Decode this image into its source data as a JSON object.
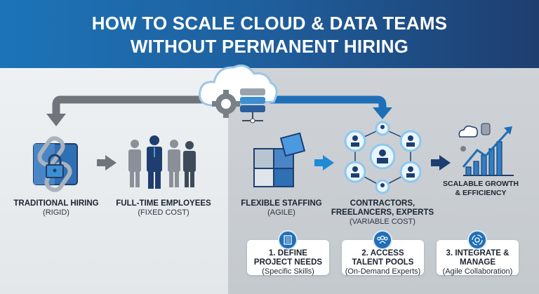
{
  "title": {
    "line1": "HOW TO SCALE CLOUD & DATA TEAMS",
    "line2": "WITHOUT PERMANENT HIRING"
  },
  "traditional": {
    "title": "TRADITIONAL HIRING",
    "sub": "(RIGID)"
  },
  "fulltime": {
    "title": "FULL-TIME EMPLOYEES",
    "sub": "(FIXED COST)"
  },
  "flexible": {
    "title": "FLEXIBLE STAFFING",
    "sub": "(AGILE)"
  },
  "contractors": {
    "title1": "CONTRACTORS,",
    "title2": "FREELANCERS, EXPERTS",
    "sub": "(VARIABLE COST)"
  },
  "growth": {
    "title1": "SCALABLE GROWTH",
    "title2": "& EFFICIENCY"
  },
  "steps": [
    {
      "title1": "1. DEFINE",
      "title2": "PROJECT NEEDS",
      "sub": "(Specific Skills)",
      "icon": "checklist-icon"
    },
    {
      "title1": "2. ACCESS",
      "title2": "TALENT POOLS",
      "sub": "(On-Demand Experts)",
      "icon": "group-icon"
    },
    {
      "title1": "3. INTEGRATE &",
      "title2": "MANAGE",
      "sub": "(Agile Collaboration)",
      "icon": "gear-cycle-icon"
    }
  ],
  "colors": {
    "primary": "#1f6fb8",
    "dark": "#1e3e6f",
    "gray": "#6b7178"
  }
}
